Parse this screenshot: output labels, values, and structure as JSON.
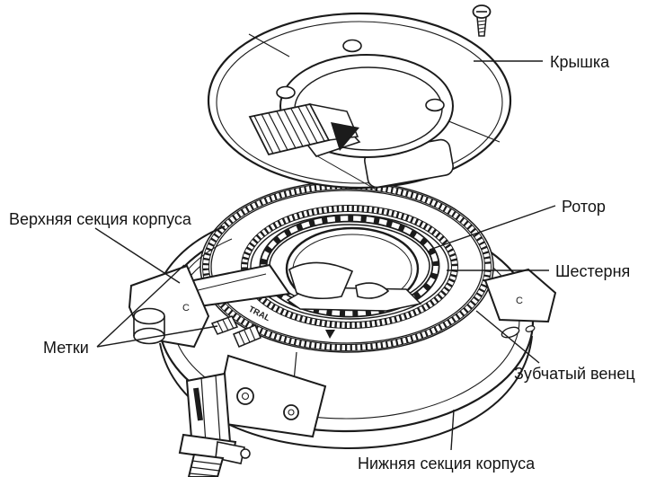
{
  "figure": {
    "ink_color": "#1b1b1b",
    "paper_color": "#ffffff"
  },
  "labels": {
    "cover": "Крышка",
    "rotor": "Ротор",
    "gear": "Шестерня",
    "ring_gear": "Зубчатый венец",
    "lower_housing": "Нижняя секция корпуса",
    "upper_housing": "Верхняя секция корпуса",
    "marks": "Метки"
  },
  "engravings": {
    "rotor_stamp": "TRAL",
    "left_ear_mark": "C",
    "right_ear_mark": "C"
  }
}
